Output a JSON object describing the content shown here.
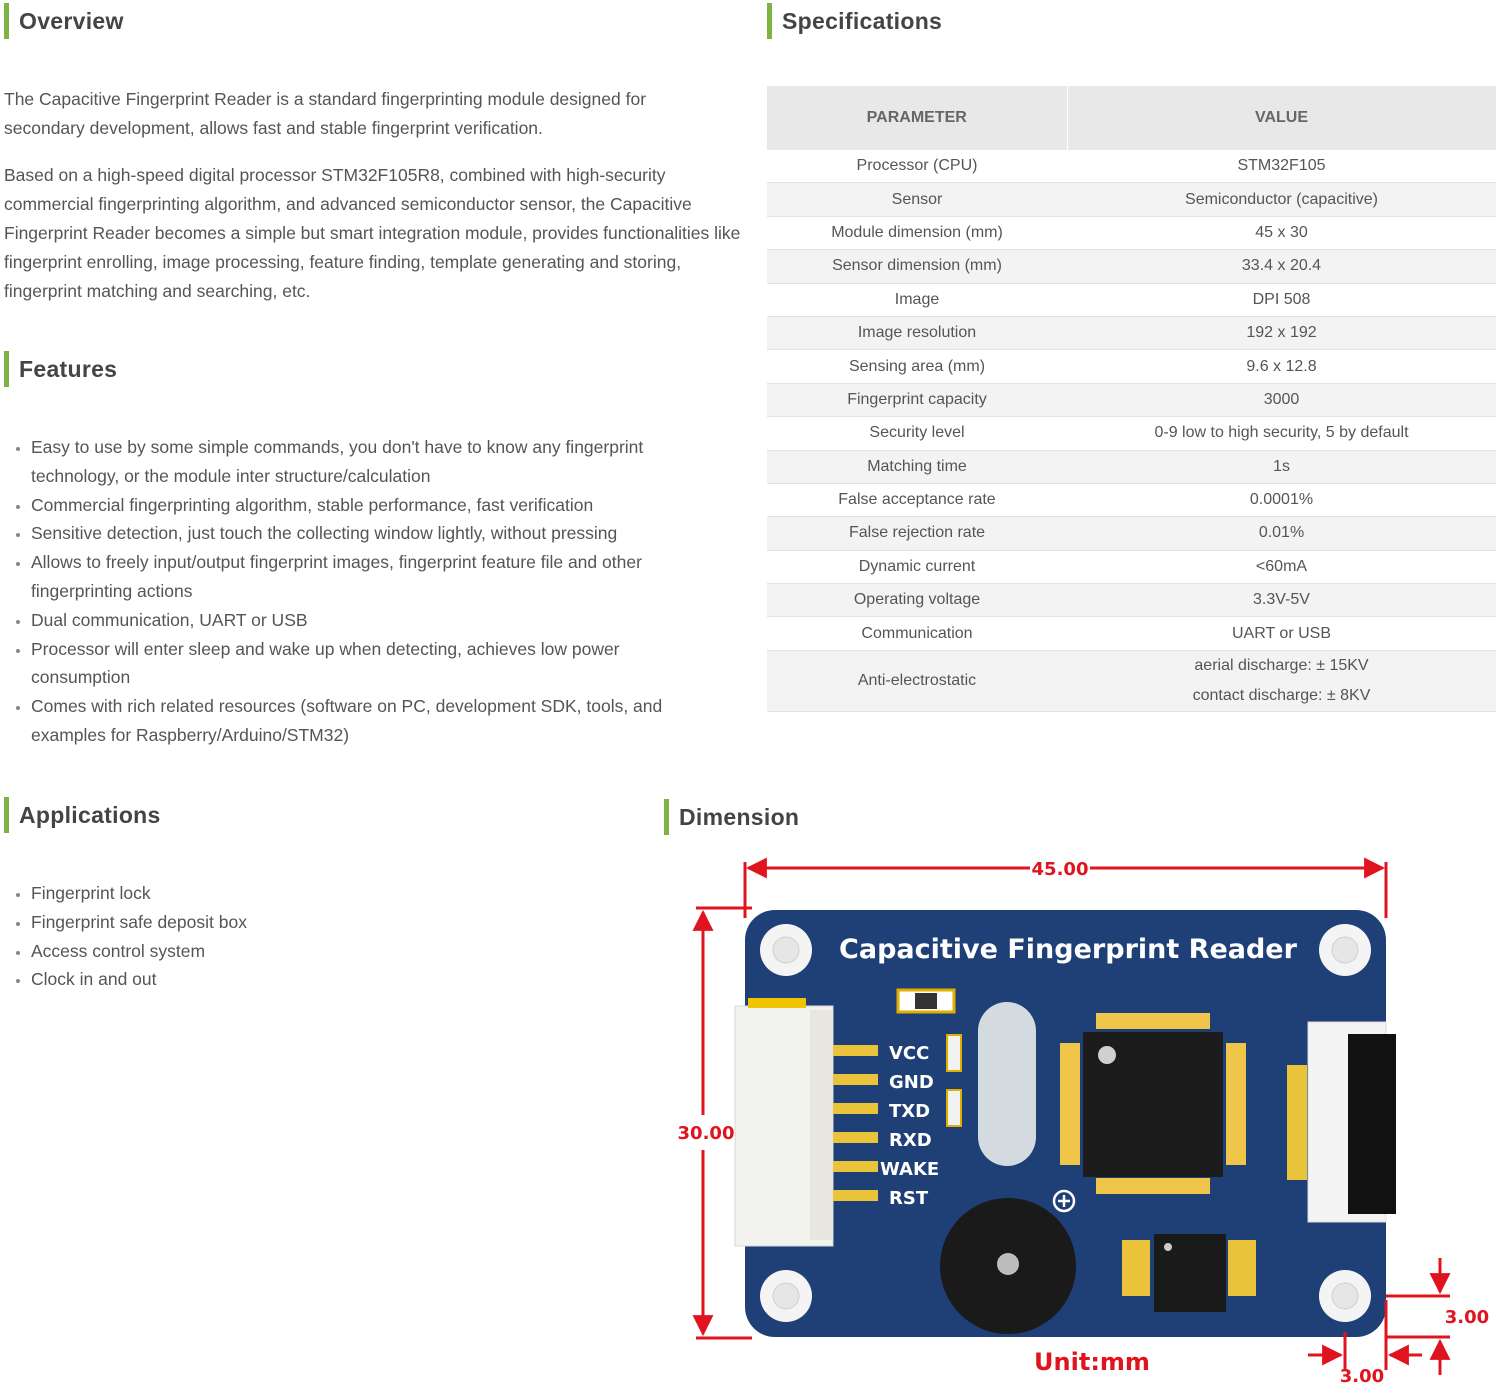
{
  "overview": {
    "title": "Overview",
    "paragraphs": [
      "The Capacitive Fingerprint Reader is a standard fingerprinting module designed for secondary development, allows fast and stable fingerprint verification.",
      "Based on a high-speed digital processor STM32F105R8, combined with high-security commercial fingerprinting algorithm, and advanced semiconductor sensor, the Capacitive Fingerprint Reader becomes a simple but smart integration module, provides functionalities like fingerprint enrolling, image processing, feature finding, template generating and storing, fingerprint matching and searching, etc."
    ]
  },
  "features": {
    "title": "Features",
    "items": [
      "Easy to use by some simple commands, you don't have to know any fingerprint technology, or the module inter structure/calculation",
      "Commercial fingerprinting algorithm, stable performance, fast verification",
      "Sensitive detection, just touch the collecting window lightly, without pressing",
      "Allows to freely input/output fingerprint images, fingerprint feature file and other fingerprinting actions",
      "Dual communication, UART or USB",
      "Processor will enter sleep and wake up when detecting, achieves low power consumption",
      "Comes with rich related resources (software on PC, development SDK, tools, and examples for Raspberry/Arduino/STM32)"
    ]
  },
  "applications": {
    "title": "Applications",
    "items": [
      "Fingerprint lock",
      "Fingerprint safe deposit box",
      "Access control system",
      "Clock in and out"
    ]
  },
  "specifications": {
    "title": "Specifications",
    "header": {
      "parameter": "PARAMETER",
      "value": "VALUE"
    },
    "rows": [
      {
        "parameter": "Processor (CPU)",
        "value": "STM32F105"
      },
      {
        "parameter": "Sensor",
        "value": "Semiconductor (capacitive)"
      },
      {
        "parameter": "Module dimension (mm)",
        "value": "45 x 30"
      },
      {
        "parameter": "Sensor dimension (mm)",
        "value": "33.4 x 20.4"
      },
      {
        "parameter": "Image",
        "value": "DPI 508"
      },
      {
        "parameter": "Image resolution",
        "value": "192 x 192"
      },
      {
        "parameter": "Sensing area (mm)",
        "value": "9.6 x 12.8"
      },
      {
        "parameter": "Fingerprint capacity",
        "value": "3000"
      },
      {
        "parameter": "Security level",
        "value": "0-9 low to high security, 5 by default"
      },
      {
        "parameter": "Matching time",
        "value": "1s"
      },
      {
        "parameter": "False acceptance rate",
        "value": "0.0001%"
      },
      {
        "parameter": "False rejection rate",
        "value": "0.01%"
      },
      {
        "parameter": "Dynamic current",
        "value": "<60mA"
      },
      {
        "parameter": "Operating voltage",
        "value": "3.3V-5V"
      },
      {
        "parameter": "Communication",
        "value": "UART or USB"
      }
    ],
    "last_row": {
      "parameter": "Anti-electrostatic",
      "value_line1": "aerial discharge: ± 15KV",
      "value_line2": "contact discharge: ± 8KV"
    }
  },
  "dimension": {
    "title": "Dimension",
    "board_title": "Capacitive Fingerprint Reader",
    "width_label": "45.00",
    "height_label": "30.00",
    "offset_x_label": "3.00",
    "offset_y_label": "3.00",
    "unit_label": "Unit:mm",
    "pins": [
      "VCC",
      "GND",
      "TXD",
      "RXD",
      "WAKE",
      "RST"
    ],
    "colors": {
      "board": "#1f3f77",
      "dimension": "#e0141e",
      "accent": "#7cb342"
    }
  }
}
